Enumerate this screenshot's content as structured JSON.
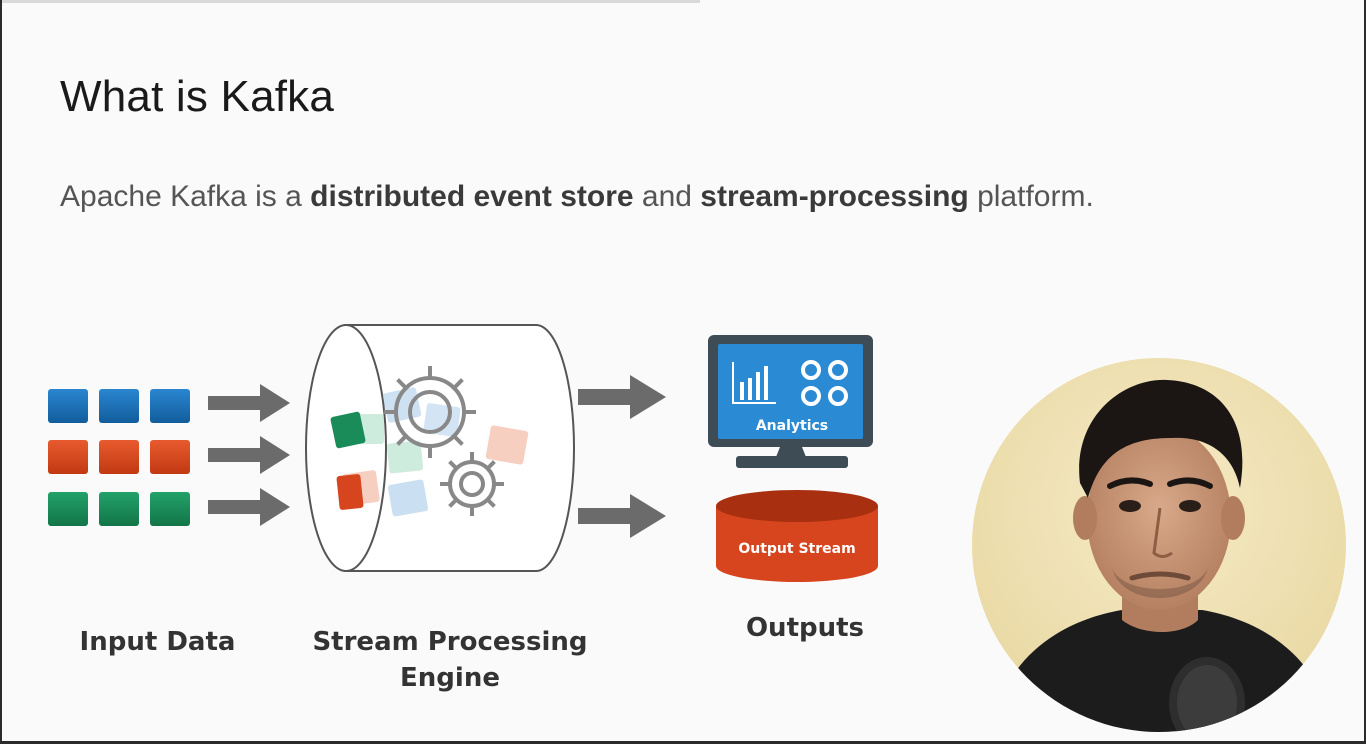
{
  "slide": {
    "title": "What is Kafka",
    "subtitle": {
      "part1": "Apache Kafka is a ",
      "bold1": "distributed event store",
      "part2": " and ",
      "bold2": "stream-processing",
      "part3": " platform."
    }
  },
  "diagram": {
    "input_label": "Input Data",
    "engine_label_line1": "Stream Processing",
    "engine_label_line2": "Engine",
    "outputs_label": "Outputs",
    "analytics_label": "Analytics",
    "output_stream_label": "Output Stream",
    "colors": {
      "blue": "#1a6fb5",
      "red": "#d7451e",
      "green": "#1a8c5a",
      "arrow": "#6b6b6b",
      "monitor": "#3e4c55",
      "screen": "#2a8ad4"
    }
  },
  "webcam": {
    "description_icon": "presenter-video-icon"
  }
}
